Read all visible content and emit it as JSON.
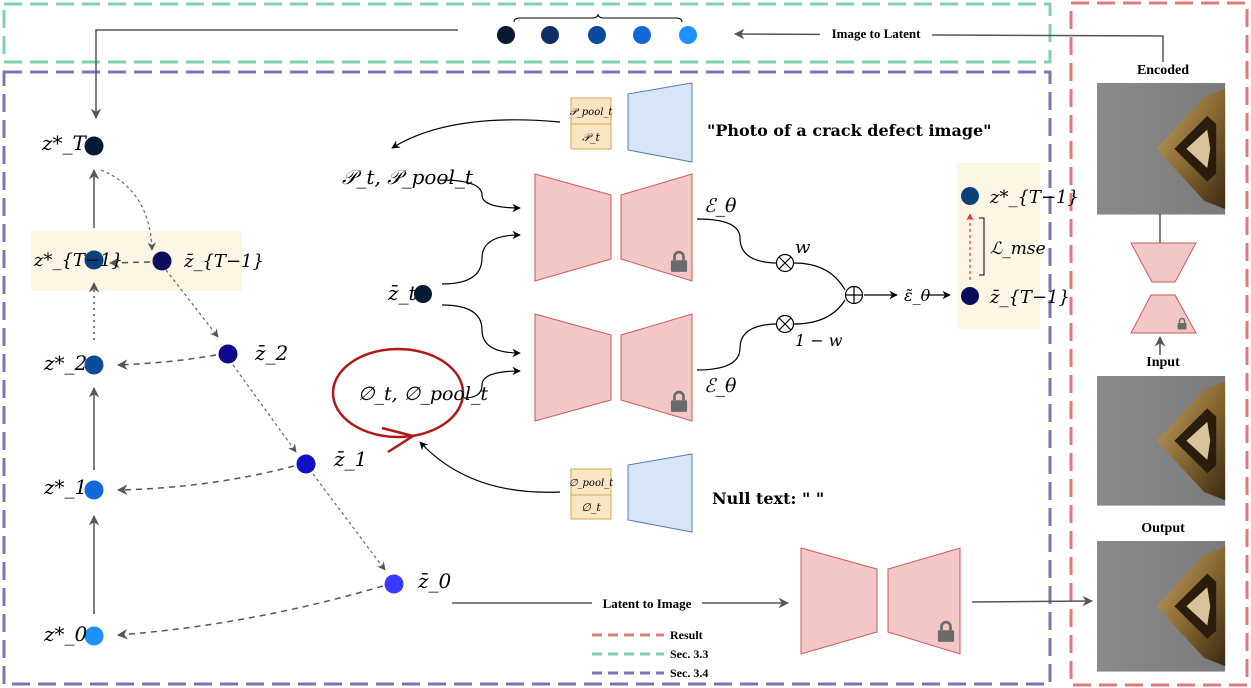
{
  "sections": {
    "result_color": "#e07a7a",
    "sec33_color": "#7fd3a8",
    "sec34_color": "#7b74b8"
  },
  "legend": {
    "result": "Result",
    "sec33": "Sec. 3.3",
    "sec34": "Sec. 3.4"
  },
  "top": {
    "image_to_latent": "Image to Latent",
    "dot_colors": [
      "#071a33",
      "#0d2f63",
      "#0b4a9c",
      "#1566d6",
      "#1e90ff"
    ]
  },
  "right": {
    "encoded": "Encoded",
    "input": "Input",
    "output": "Output"
  },
  "prompts": {
    "positive": "\"Photo of a crack defect image\"",
    "null": "Null text: \"  \"",
    "pos_token_pool": "𝒫_pool_t",
    "pos_token": "𝒫_t",
    "null_token_pool": "∅_pool_t",
    "null_token": "∅_t"
  },
  "center": {
    "p_label": "𝒫_t, 𝒫_pool_t",
    "z_label": "z̄_t",
    "null_label": "∅_t, ∅_pool_t",
    "eps_top": "ℰ_θ",
    "eps_bottom": "ℰ_θ",
    "w": "w",
    "one_minus_w": "1 − w",
    "eps_tilde": "ε̃_θ",
    "z_star_out": "z*_{T−1}",
    "loss": "ℒ_mse",
    "z_bar_out": "z̄_{T−1}",
    "latent_to_image": "Latent to Image"
  },
  "left": {
    "zT_star": "z*_T",
    "zT1_star": "z*_{T−1}",
    "zT1_bar": "z̄_{T−1}",
    "z2_star": "z*_2",
    "z2_bar": "z̄_2",
    "z1_star": "z*_1",
    "z1_bar": "z̄_1",
    "z0_star": "z*_0",
    "z0_bar": "z̄_0"
  }
}
